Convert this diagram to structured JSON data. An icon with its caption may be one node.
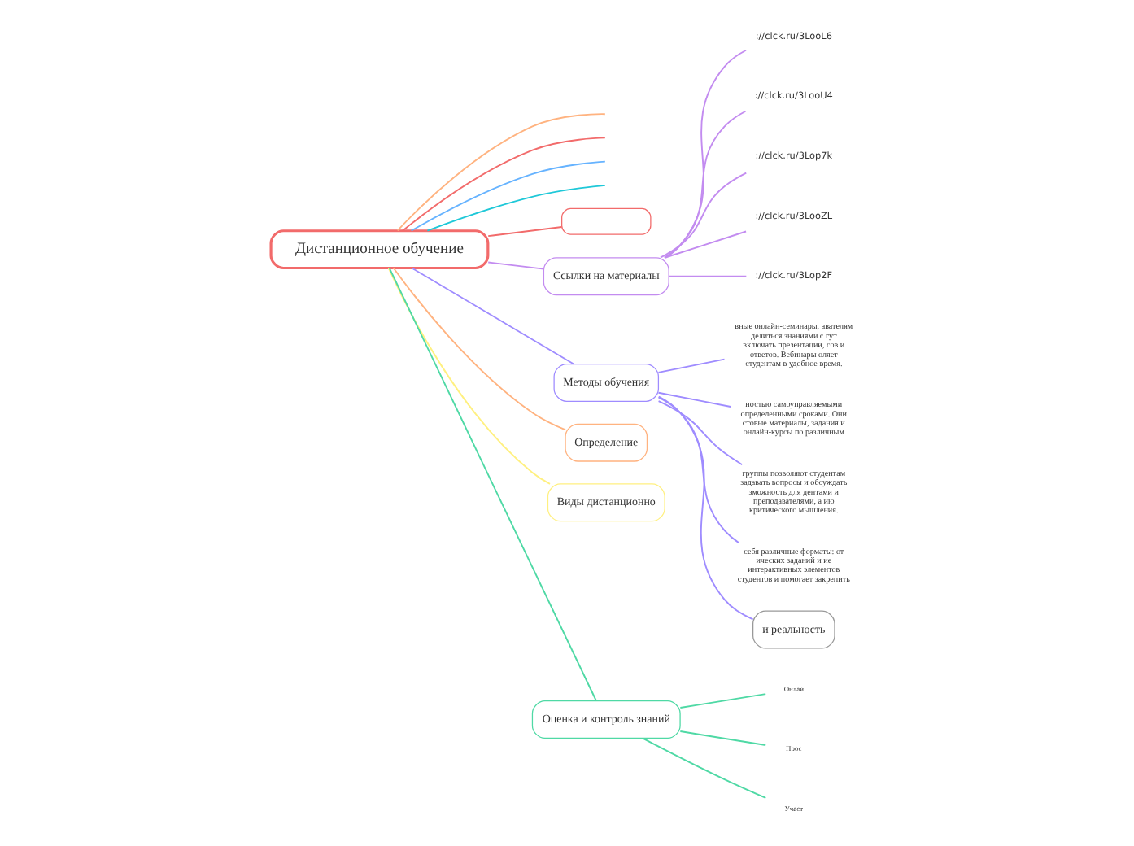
{
  "diagram": {
    "nodes": [
      {
        "text": [
          "Дистанционное обучение"
        ]
      },
      {
        "text": [],
        "shape": "box"
      },
      {
        "text": [
          "Ссылки на материалы"
        ]
      },
      {
        "text": [
          ":/​/clck.ru/3LooL6"
        ]
      },
      {
        "text": [
          ":/​/clck.ru/3LooU4"
        ]
      },
      {
        "text": [
          ":/​/clck.ru/3Lop7k"
        ]
      },
      {
        "text": [
          ":/​/clck.ru/3LooZL"
        ]
      },
      {
        "text": [
          ":/​/clck.ru/3Lop2F"
        ]
      },
      {
        "text": [
          "Методы обучения"
        ]
      },
      {
        "text": [
          "вные онлайн-семинары, авателям делиться знаниями с гут включать презентации, сов и ответов. Вебинары оляет студентам в удобное время."
        ]
      },
      {
        "text": [
          "ностью самоуправляемыми определенными сроками. Они стовые материалы, задания и онлайн-курсы по различным"
        ]
      },
      {
        "text": [
          "группы позволяют студентам задавать вопросы и обсуждать зможность для дентами и преподавателями, а ию критического мышления."
        ]
      },
      {
        "text": [
          "себя различные форматы: от ических заданий и ие интерактивных элементов студентов и помогает закрепить"
        ]
      },
      {
        "text": [
          "и реальность"
        ]
      },
      {
        "text": [
          "Определение"
        ]
      },
      {
        "text": [
          "Виды дистанционно"
        ]
      },
      {
        "text": [
          "Оценка и контроль знаний"
        ]
      },
      {
        "text": [
          "Онлай"
        ]
      },
      {
        "text": [
          "Прос"
        ]
      },
      {
        "text": [
          "Участ"
        ]
      }
    ],
    "edges": [
      {
        "from": 0,
        "to": 1,
        "arrow": "none",
        "color": "#f26b6b"
      },
      {
        "from": 0,
        "to": null,
        "arrow": "none",
        "color": "#ffb380"
      },
      {
        "from": 0,
        "to": null,
        "arrow": "none",
        "color": "#f26b6b"
      },
      {
        "from": 0,
        "to": 2,
        "arrow": "none",
        "color": "#c38cf0"
      },
      {
        "from": 2,
        "to": 3,
        "arrow": "none",
        "color": "#c38cf0"
      },
      {
        "from": 2,
        "to": 4,
        "arrow": "none",
        "color": "#c38cf0"
      },
      {
        "from": 2,
        "to": 5,
        "arrow": "none",
        "color": "#c38cf0"
      },
      {
        "from": 2,
        "to": 6,
        "arrow": "none",
        "color": "#c38cf0"
      },
      {
        "from": 2,
        "to": 7,
        "arrow": "none",
        "color": "#c38cf0"
      },
      {
        "from": 0,
        "to": 8,
        "arrow": "none",
        "color": "#9f8cff"
      },
      {
        "from": 8,
        "to": 9,
        "arrow": "none",
        "color": "#9f8cff"
      },
      {
        "from": 8,
        "to": 10,
        "arrow": "none",
        "color": "#9f8cff"
      },
      {
        "from": 8,
        "to": 11,
        "arrow": "none",
        "color": "#9f8cff"
      },
      {
        "from": 8,
        "to": 12,
        "arrow": "none",
        "color": "#9f8cff"
      },
      {
        "from": 8,
        "to": 13,
        "arrow": "none",
        "color": "#9f8cff"
      },
      {
        "from": 0,
        "to": null,
        "arrow": "none",
        "color": "#66b3ff"
      },
      {
        "from": 0,
        "to": 14,
        "arrow": "none",
        "color": "#ffb380"
      },
      {
        "from": 0,
        "to": 15,
        "arrow": "none",
        "color": "#fff080"
      },
      {
        "from": 0,
        "to": 16,
        "arrow": "none",
        "color": "#4fd9a5"
      },
      {
        "from": 16,
        "to": 17,
        "arrow": "none",
        "color": "#4fd9a5"
      },
      {
        "from": 16,
        "to": 18,
        "arrow": "none",
        "color": "#4fd9a5"
      },
      {
        "from": 16,
        "to": 19,
        "arrow": "none",
        "color": "#4fd9a5"
      },
      {
        "from": 0,
        "to": null,
        "arrow": "none",
        "color": "#1fc8d8"
      }
    ]
  }
}
